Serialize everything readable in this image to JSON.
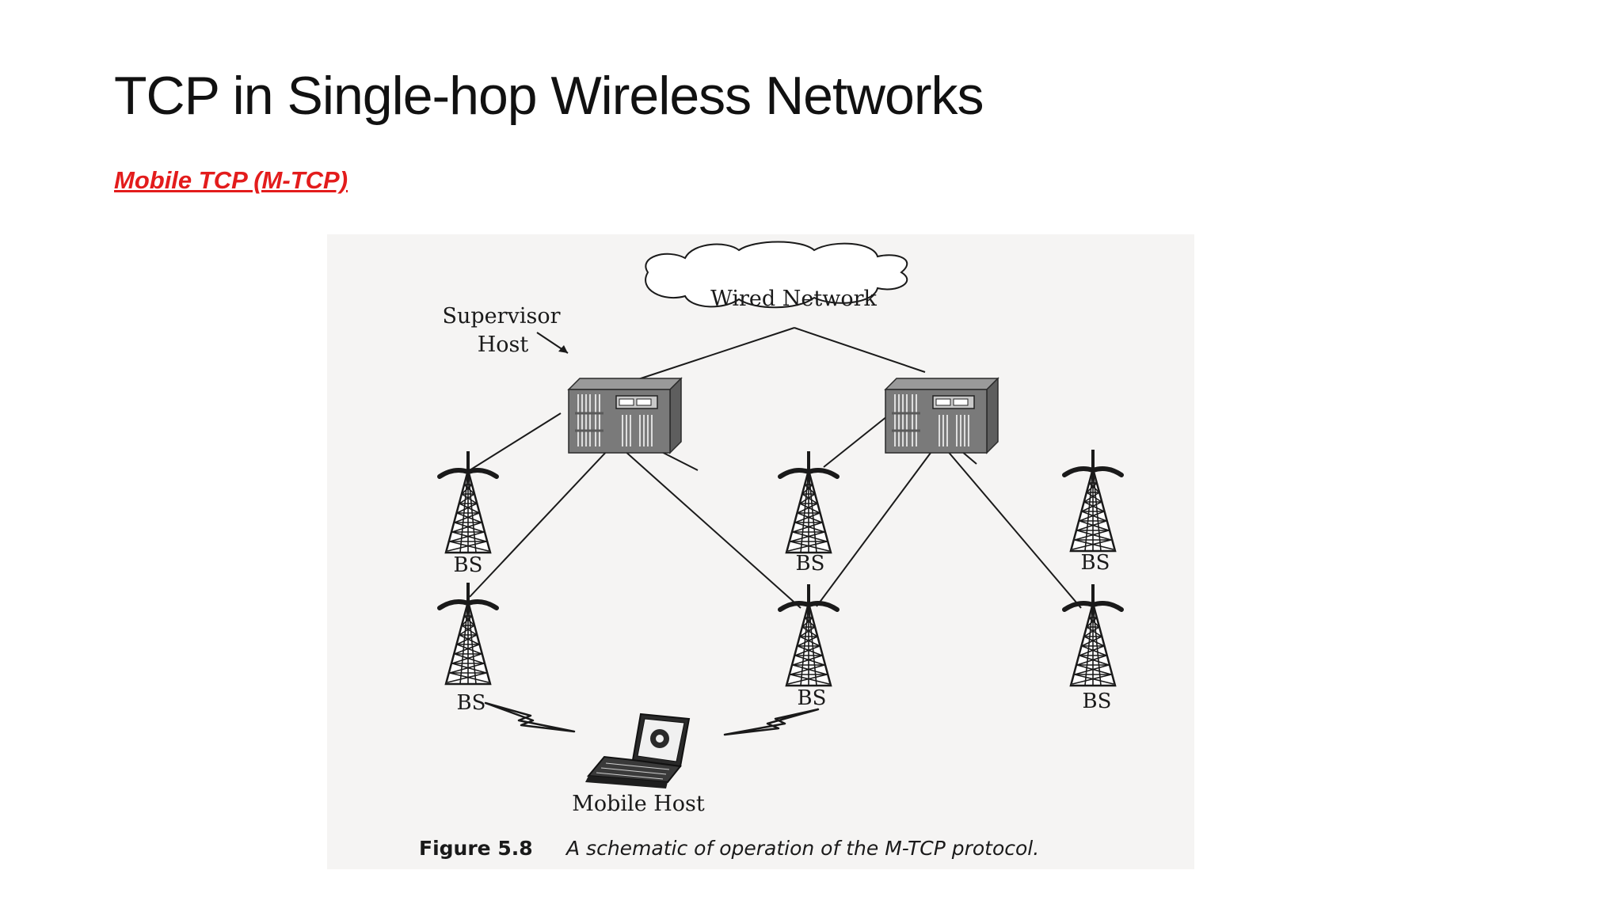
{
  "slide": {
    "title": "TCP in Single-hop Wireless Networks",
    "subtitle": "Mobile TCP (M-TCP)"
  },
  "diagram": {
    "nodes": {
      "wired_network": "Wired Network",
      "supervisor_host_line1": "Supervisor",
      "supervisor_host_line2": "Host",
      "bs_label": "BS",
      "mobile_host": "Mobile Host"
    },
    "caption": {
      "figure_number": "Figure 5.8",
      "text": "A schematic of operation of the M-TCP protocol."
    }
  },
  "colors": {
    "title_text": "#111111",
    "subtitle_link": "#e31c1c",
    "figure_background": "#f5f4f3",
    "server_body": "#7a7a7a"
  }
}
